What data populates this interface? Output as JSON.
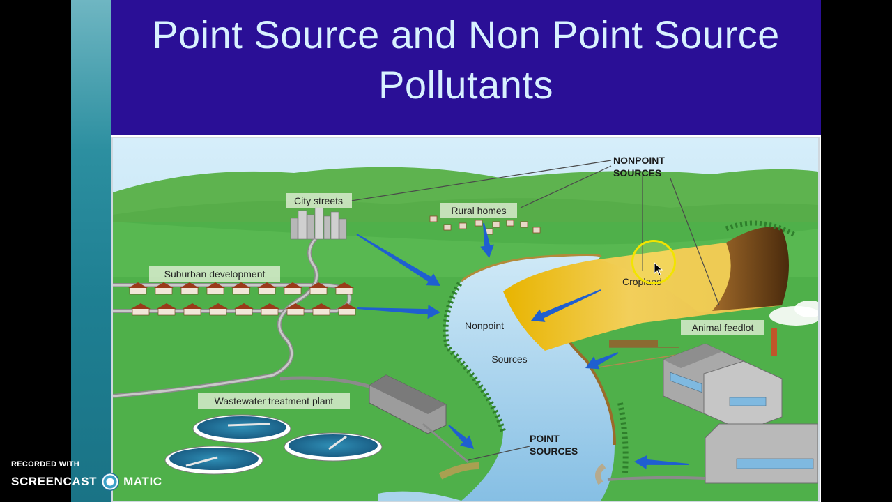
{
  "slide": {
    "title_line1": "Point Source and Non Point Source",
    "title_line2": "Pollutants"
  },
  "diagram": {
    "labels": {
      "nonpoint_sources_line1": "NONPOINT",
      "nonpoint_sources_line2": "SOURCES",
      "city_streets": "City streets",
      "rural_homes": "Rural homes",
      "suburban_development": "Suburban development",
      "cropland": "Cropland",
      "animal_feedlot": "Animal feedlot",
      "nonpoint": "Nonpoint",
      "sources": "Sources",
      "wastewater_treatment_plant": "Wastewater treatment plant",
      "point_sources_line1": "POINT",
      "point_sources_line2": "SOURCES"
    }
  },
  "watermark": {
    "recorded_with": "RECORDED WITH",
    "brand_part1": "SCREENCAST",
    "brand_part2": "MATIC"
  },
  "colors": {
    "title_banner": "#2a0f96",
    "title_text": "#d8f1ff",
    "cursor_ring": "#f2e400",
    "arrow_blue": "#1f5fd0",
    "land_green": "#4fb04a",
    "river": "#a9d3ec"
  }
}
